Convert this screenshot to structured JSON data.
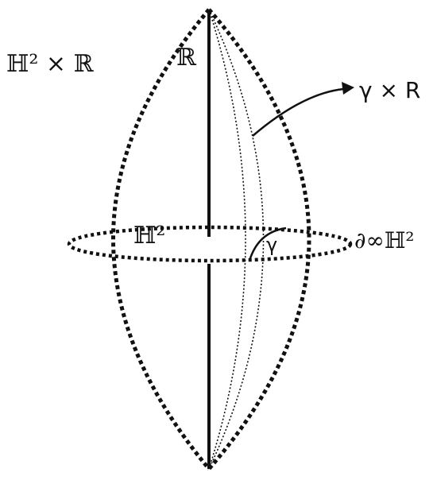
{
  "labels": {
    "space": "ℍ² × ℝ",
    "axis": "ℝ",
    "plane": "ℍ²",
    "boundary": "∂∞ℍ²",
    "geodesic": "γ",
    "surface": "γ × R"
  },
  "colors": {
    "ink": "#111111",
    "background": "#ffffff"
  }
}
